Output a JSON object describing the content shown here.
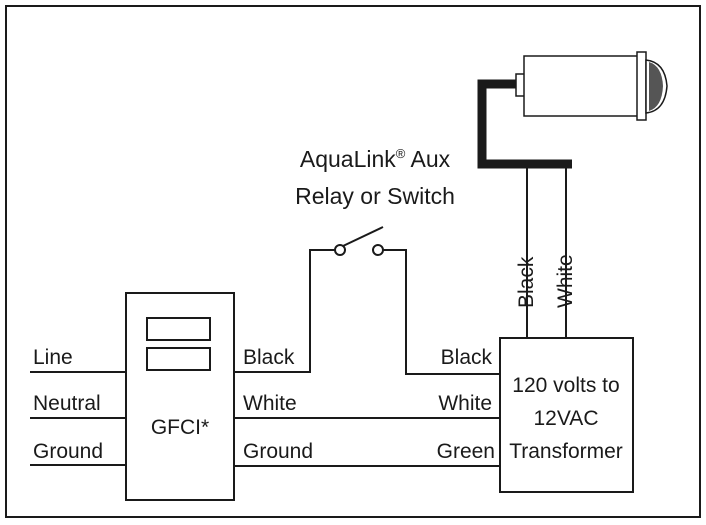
{
  "relay": {
    "title_line1_main": "AquaLink",
    "title_line1_mark": "®",
    "title_line1_rest": " Aux",
    "title_line2": "Relay or Switch"
  },
  "gfci": {
    "label": "GFCI*"
  },
  "inputs": {
    "line": "Line",
    "neutral": "Neutral",
    "ground": "Ground"
  },
  "gfci_outputs": {
    "black": "Black",
    "white": "White",
    "ground": "Ground"
  },
  "transformer_inputs": {
    "black": "Black",
    "white": "White",
    "green": "Green"
  },
  "transformer": {
    "line1": "120 volts to",
    "line2": "12VAC",
    "line3": "Transformer"
  },
  "light_leads": {
    "black": "Black",
    "white": "White"
  }
}
